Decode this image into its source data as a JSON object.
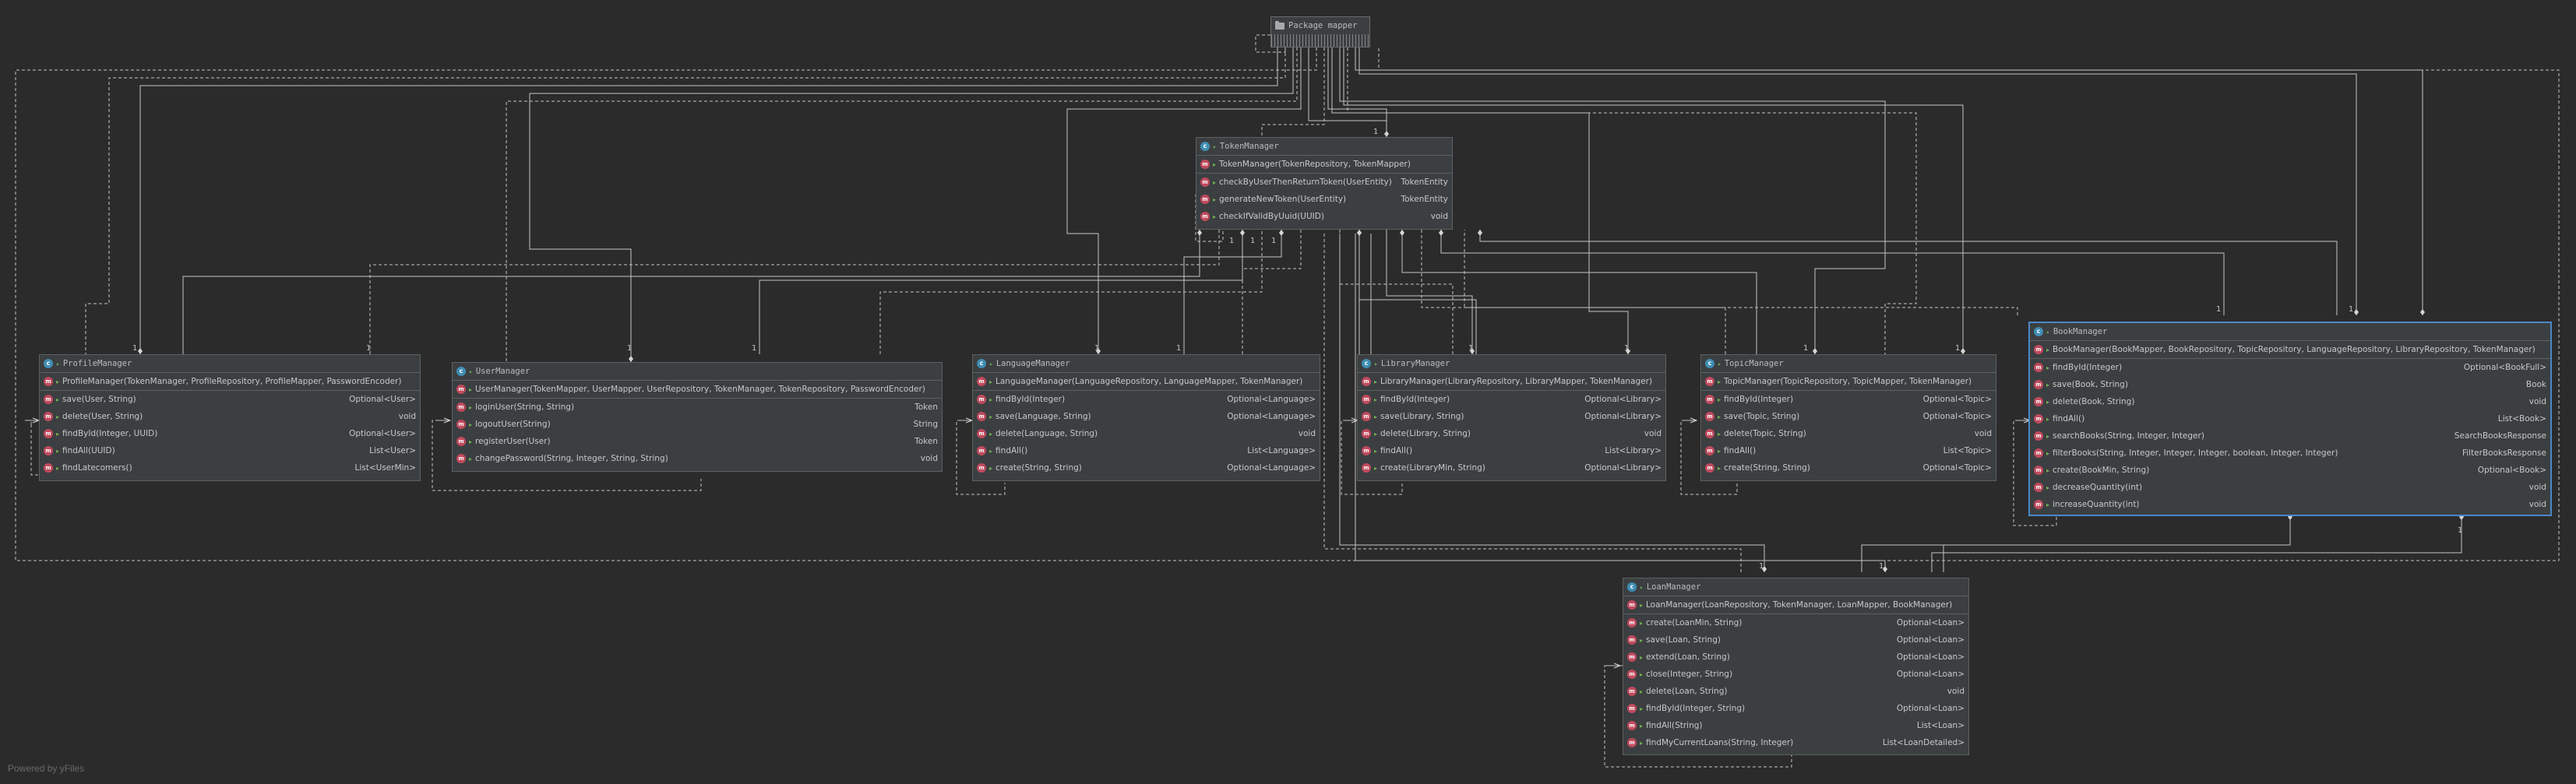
{
  "footer": "Powered by yFiles",
  "package": {
    "title": "Package mapper"
  },
  "classes": {
    "token": {
      "title": "TokenManager",
      "ctor": {
        "sig": "TokenManager(TokenRepository, TokenMapper)",
        "ret": ""
      },
      "methods": [
        {
          "sig": "checkByUserThenReturnToken(UserEntity)",
          "ret": "TokenEntity"
        },
        {
          "sig": "generateNewToken(UserEntity)",
          "ret": "TokenEntity"
        },
        {
          "sig": "checkIfValidByUuid(UUID)",
          "ret": "void"
        }
      ]
    },
    "profile": {
      "title": "ProfileManager",
      "ctor": {
        "sig": "ProfileManager(TokenManager, ProfileRepository, ProfileMapper, PasswordEncoder)",
        "ret": ""
      },
      "methods": [
        {
          "sig": "save(User, String)",
          "ret": "Optional<User>"
        },
        {
          "sig": "delete(User, String)",
          "ret": "void"
        },
        {
          "sig": "findById(Integer, UUID)",
          "ret": "Optional<User>"
        },
        {
          "sig": "findAll(UUID)",
          "ret": "List<User>"
        },
        {
          "sig": "findLatecomers()",
          "ret": "List<UserMin>"
        }
      ]
    },
    "user": {
      "title": "UserManager",
      "ctor": {
        "sig": "UserManager(TokenMapper, UserMapper, UserRepository, TokenManager, TokenRepository, PasswordEncoder)",
        "ret": ""
      },
      "methods": [
        {
          "sig": "loginUser(String, String)",
          "ret": "Token"
        },
        {
          "sig": "logoutUser(String)",
          "ret": "String"
        },
        {
          "sig": "registerUser(User)",
          "ret": "Token"
        },
        {
          "sig": "changePassword(String, Integer, String, String)",
          "ret": "void"
        }
      ]
    },
    "language": {
      "title": "LanguageManager",
      "ctor": {
        "sig": "LanguageManager(LanguageRepository, LanguageMapper, TokenManager)",
        "ret": ""
      },
      "methods": [
        {
          "sig": "findById(Integer)",
          "ret": "Optional<Language>"
        },
        {
          "sig": "save(Language, String)",
          "ret": "Optional<Language>"
        },
        {
          "sig": "delete(Language, String)",
          "ret": "void"
        },
        {
          "sig": "findAll()",
          "ret": "List<Language>"
        },
        {
          "sig": "create(String, String)",
          "ret": "Optional<Language>"
        }
      ]
    },
    "library": {
      "title": "LibraryManager",
      "ctor": {
        "sig": "LibraryManager(LibraryRepository, LibraryMapper, TokenManager)",
        "ret": ""
      },
      "methods": [
        {
          "sig": "findById(Integer)",
          "ret": "Optional<Library>"
        },
        {
          "sig": "save(Library, String)",
          "ret": "Optional<Library>"
        },
        {
          "sig": "delete(Library, String)",
          "ret": "void"
        },
        {
          "sig": "findAll()",
          "ret": "List<Library>"
        },
        {
          "sig": "create(LibraryMin, String)",
          "ret": "Optional<Library>"
        }
      ]
    },
    "topic": {
      "title": "TopicManager",
      "ctor": {
        "sig": "TopicManager(TopicRepository, TopicMapper, TokenManager)",
        "ret": ""
      },
      "methods": [
        {
          "sig": "findById(Integer)",
          "ret": "Optional<Topic>"
        },
        {
          "sig": "save(Topic, String)",
          "ret": "Optional<Topic>"
        },
        {
          "sig": "delete(Topic, String)",
          "ret": "void"
        },
        {
          "sig": "findAll()",
          "ret": "List<Topic>"
        },
        {
          "sig": "create(String, String)",
          "ret": "Optional<Topic>"
        }
      ]
    },
    "book": {
      "title": "BookManager",
      "ctor": {
        "sig": "BookManager(BookMapper, BookRepository, TopicRepository, LanguageRepository, LibraryRepository, TokenManager)",
        "ret": ""
      },
      "methods": [
        {
          "sig": "findById(Integer)",
          "ret": "Optional<BookFull>"
        },
        {
          "sig": "save(Book, String)",
          "ret": "Book"
        },
        {
          "sig": "delete(Book, String)",
          "ret": "void"
        },
        {
          "sig": "findAll()",
          "ret": "List<Book>"
        },
        {
          "sig": "searchBooks(String, Integer, Integer)",
          "ret": "SearchBooksResponse"
        },
        {
          "sig": "filterBooks(String, Integer, Integer, Integer, boolean, Integer, Integer)",
          "ret": "FilterBooksResponse"
        },
        {
          "sig": "create(BookMin, String)",
          "ret": "Optional<Book>"
        },
        {
          "sig": "decreaseQuantity(int)",
          "ret": "void"
        },
        {
          "sig": "increaseQuantity(int)",
          "ret": "void"
        }
      ]
    },
    "loan": {
      "title": "LoanManager",
      "ctor": {
        "sig": "LoanManager(LoanRepository, TokenManager, LoanMapper, BookManager)",
        "ret": ""
      },
      "methods": [
        {
          "sig": "create(LoanMin, String)",
          "ret": "Optional<Loan>"
        },
        {
          "sig": "save(Loan, String)",
          "ret": "Optional<Loan>"
        },
        {
          "sig": "extend(Loan, String)",
          "ret": "Optional<Loan>"
        },
        {
          "sig": "close(Integer, String)",
          "ret": "Optional<Loan>"
        },
        {
          "sig": "delete(Loan, String)",
          "ret": "void"
        },
        {
          "sig": "findById(Integer, String)",
          "ret": "Optional<Loan>"
        },
        {
          "sig": "findAll(String)",
          "ret": "List<Loan>"
        },
        {
          "sig": "findMyCurrentLoans(String, Integer)",
          "ret": "List<LoanDetailed>"
        }
      ]
    }
  }
}
